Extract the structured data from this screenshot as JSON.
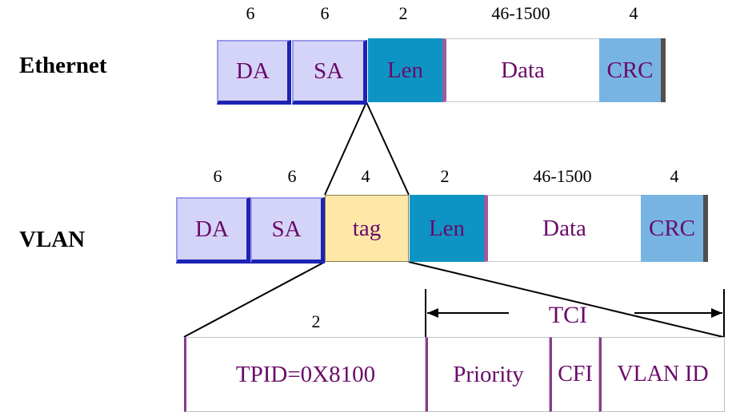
{
  "ethernet": {
    "label": "Ethernet",
    "sizes": [
      "6",
      "6",
      "2",
      "46-1500",
      "4"
    ],
    "fields": [
      "DA",
      "SA",
      "Len",
      "Data",
      "CRC"
    ]
  },
  "vlan": {
    "label": "VLAN",
    "sizes": [
      "6",
      "6",
      "4",
      "2",
      "46-1500",
      "4"
    ],
    "fields": [
      "DA",
      "SA",
      "tag",
      "Len",
      "Data",
      "CRC"
    ]
  },
  "tag_detail": {
    "tpid_size": "2",
    "tci_label": "TCI",
    "fields": [
      "TPID=0X8100",
      "Priority",
      "CFI",
      "VLAN ID"
    ]
  },
  "colors": {
    "field_text": "#6a0a6a",
    "addr_fill": "#d4d4f8",
    "len_fill": "#0e94c4",
    "crc_fill": "#78b4e2",
    "tag_fill": "#fde8a8"
  }
}
